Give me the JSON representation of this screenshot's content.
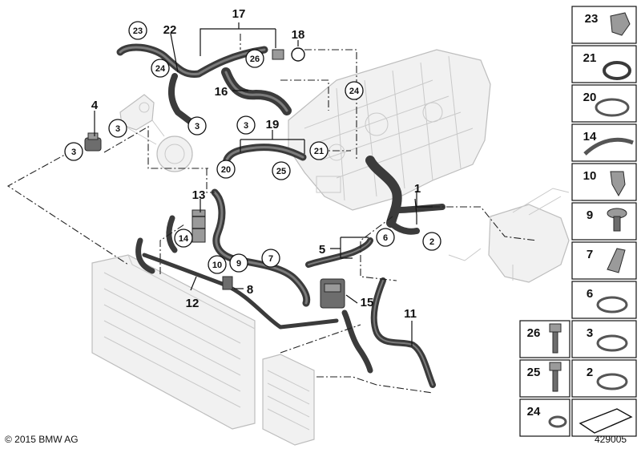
{
  "diagram": {
    "copyright": "© 2015 BMW AG",
    "doc_number": "429005",
    "callouts": {
      "c1": "1",
      "c2": "2",
      "c3a": "3",
      "c3b": "3",
      "c3c": "3",
      "c3d": "3",
      "c4": "4",
      "c5": "5",
      "c6": "6",
      "c7": "7",
      "c8": "8",
      "c9": "9",
      "c10": "10",
      "c11": "11",
      "c12": "12",
      "c13": "13",
      "c14": "14",
      "c15": "15",
      "c16": "16",
      "c17": "17",
      "c18": "18",
      "c19": "19",
      "c20": "20",
      "c21": "21",
      "c22": "22",
      "c23": "23",
      "c24a": "24",
      "c24b": "24",
      "c25": "25",
      "c26": "26"
    },
    "parts_panel": [
      "23",
      "21",
      "20",
      "14",
      "10",
      "9",
      "7",
      "6",
      "3",
      "2"
    ],
    "parts_panel_left": [
      "26",
      "25",
      "24"
    ]
  }
}
